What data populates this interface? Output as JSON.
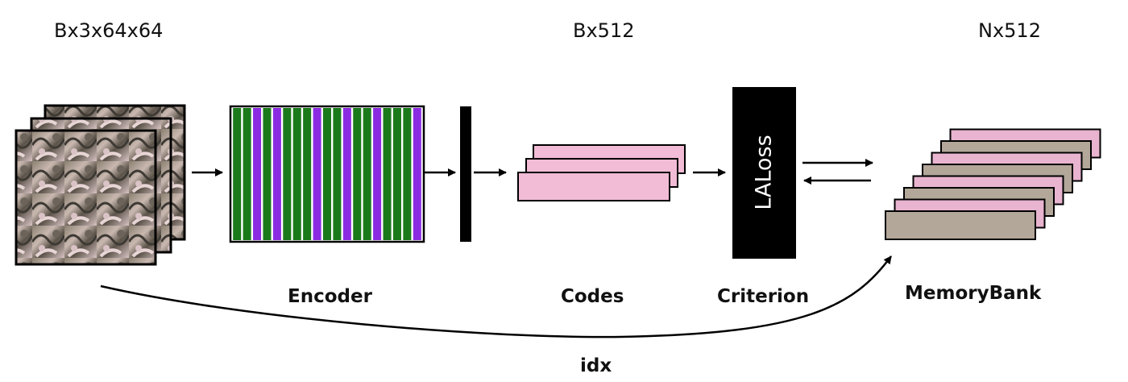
{
  "labels": {
    "input_shape": "Bx3x64x64",
    "code_shape": "Bx512",
    "bank_shape": "Nx512",
    "encoder": "Encoder",
    "codes": "Codes",
    "criterion": "Criterion",
    "memory_bank": "MemoryBank",
    "idx": "idx",
    "loss": "LALoss"
  },
  "colors": {
    "encoder_green": "#1a7a1a",
    "encoder_purple": "#8a2be2",
    "code_pink": "#f2bcd6",
    "bank_pink": "#e8b4cf",
    "bank_taupe": "#b3a79a",
    "black": "#000000"
  },
  "encoder_stripes": [
    "green",
    "green",
    "purple",
    "green",
    "purple",
    "green",
    "green",
    "green",
    "purple",
    "green",
    "green",
    "purple",
    "green",
    "green",
    "purple",
    "green",
    "green",
    "green",
    "purple"
  ],
  "memory_bank_rows": [
    "taupe",
    "pink",
    "taupe",
    "pink",
    "taupe",
    "pink",
    "taupe",
    "pink"
  ],
  "icons": {
    "input_images": "texture-image-stack-icon",
    "arrow": "arrow-right-icon"
  }
}
